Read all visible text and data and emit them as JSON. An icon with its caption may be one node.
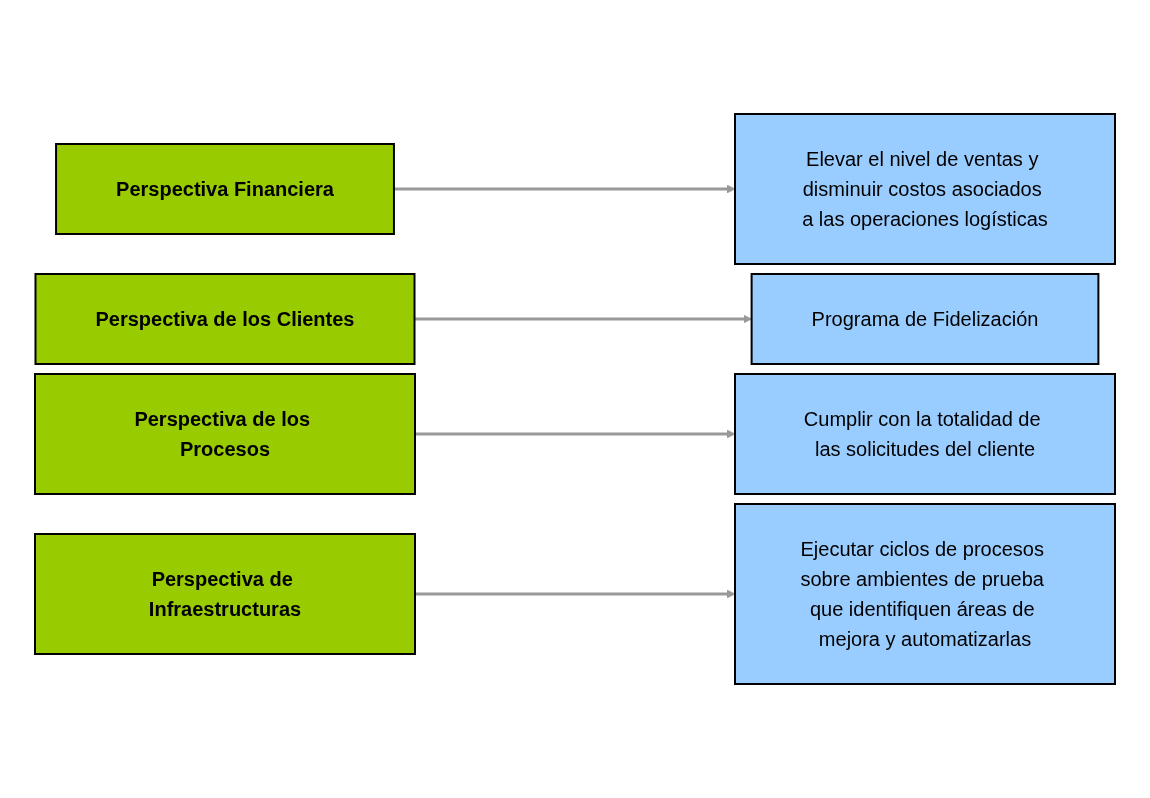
{
  "diagram": {
    "nodes": [
      {
        "text": [
          "Perspectiva Financiera"
        ]
      },
      {
        "text": [
          "Perspectiva de los Clientes"
        ]
      },
      {
        "text": [
          "Perspectiva de los Procesos"
        ]
      },
      {
        "text": [
          "Perspectiva de Infraestructuras"
        ]
      },
      {
        "text": [
          "Elevar el nivel de ventas y disminuir costos asociados a las operaciones logísticas"
        ]
      },
      {
        "text": [
          "Programa de Fidelización"
        ]
      },
      {
        "text": [
          "Cumplir con la totalidad de las solicitudes del cliente"
        ]
      },
      {
        "text": [
          "Ejecutar ciclos de procesos sobre ambientes de prueba que identifiquen áreas de mejora y automatizarlas"
        ]
      }
    ],
    "edges": [
      {
        "from": 0,
        "to": 4,
        "arrow": "to"
      },
      {
        "from": 1,
        "to": 5,
        "arrow": "to"
      },
      {
        "from": 2,
        "to": 6,
        "arrow": "to"
      },
      {
        "from": 3,
        "to": 7,
        "arrow": "to"
      }
    ]
  }
}
